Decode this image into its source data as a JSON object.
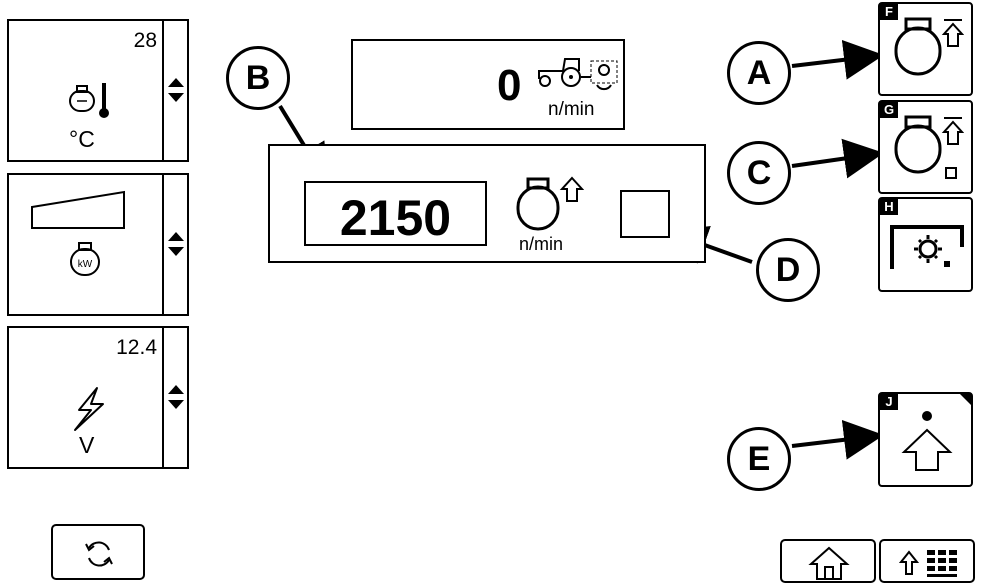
{
  "gauges": [
    {
      "id": "coolant",
      "value": "28",
      "unit": "°C",
      "icon": "engine-thermometer-icon"
    },
    {
      "id": "load",
      "value": "",
      "unit": "",
      "icon": "engine-kw-icon"
    },
    {
      "id": "battery",
      "value": "12.4",
      "unit": "V",
      "icon": "lightning-icon"
    }
  ],
  "speed_panel": {
    "value": "0",
    "unit": "n/min",
    "icon": "tractor-pto-icon"
  },
  "set_panel": {
    "rpm": "2150",
    "unit": "n/min",
    "icon": "engine-speed-up-icon"
  },
  "softkeys": [
    {
      "tag": "F",
      "icon": "engine-speed-up-icon"
    },
    {
      "tag": "G",
      "icon": "engine-speed-up-small-icon"
    },
    {
      "tag": "H",
      "icon": "pto-gear-icon"
    },
    {
      "tag": "J",
      "icon": "up-arrow-dot-icon"
    }
  ],
  "callouts": {
    "a": "A",
    "b": "B",
    "c": "C",
    "d": "D",
    "e": "E"
  },
  "bottom_buttons": [
    "refresh-icon",
    "home-icon",
    "menu-icon"
  ]
}
